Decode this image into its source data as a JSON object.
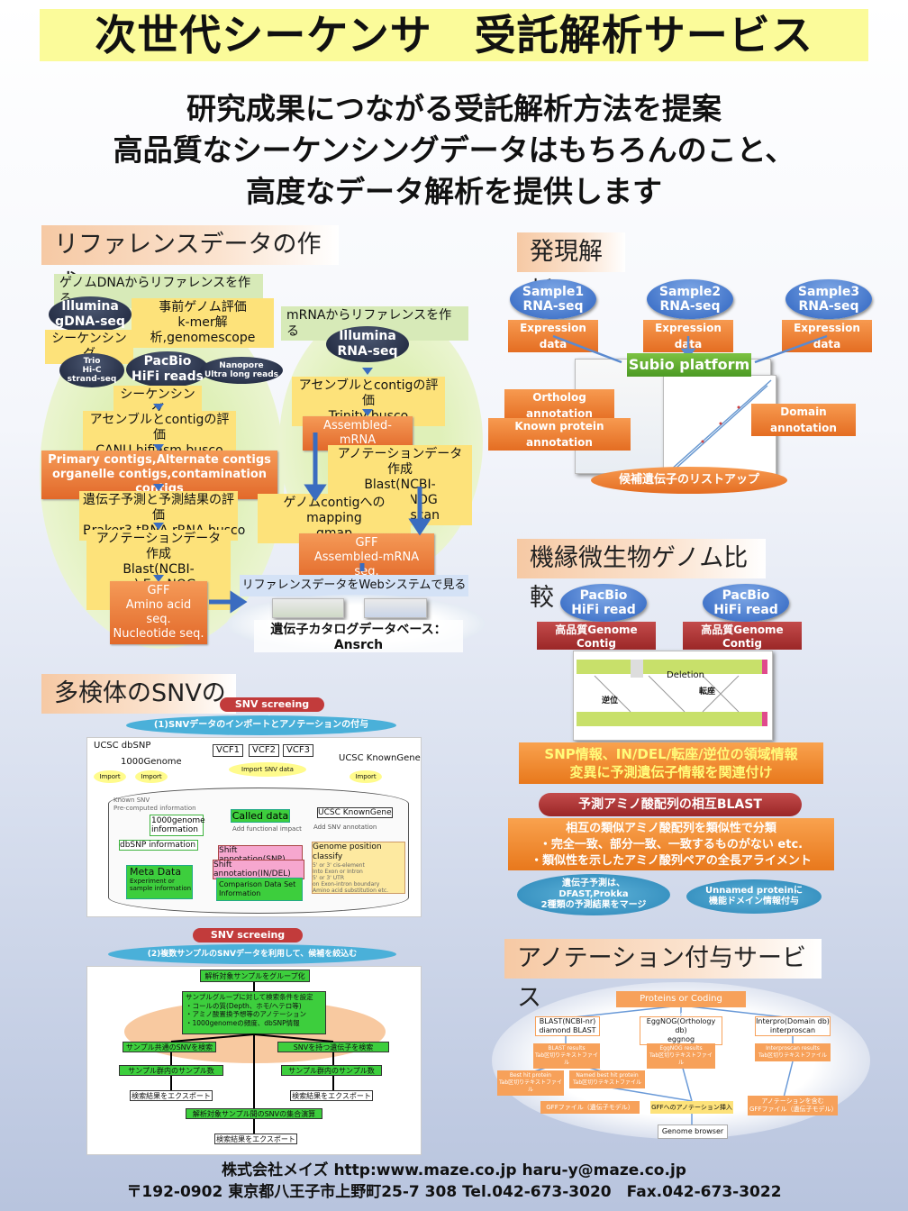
{
  "header": {
    "title": "次世代シーケンサ　受託解析サービス",
    "lead": [
      "研究成果につながる受託解析方法を提案",
      "高品質なシーケンシングデータはもちろんのこと、",
      "高度なデータ解析を提供します"
    ]
  },
  "reference": {
    "section_title": "リファレンスデータの作成",
    "genome_heading": "ゲノムDNAからリファレンスを作る",
    "mrna_heading": "mRNAからリファレンスを作る",
    "illumina": "Illumina\ngDNA-seq",
    "sequencing1": "シーケンシング",
    "pre_eval": "事前ゲノム評価\nk-mer解析,genomescope",
    "trio": "Trio\nHi-C\nstrand-seq",
    "pacbio": "PacBio\nHiFi reads",
    "nanopore": "Nanopore\nUltra long reads",
    "sequencing2": "シーケンシング",
    "assembly_eval": "アセンブルとcontigの評価\nCANU,hifiasm,busco",
    "contigs": "Primary contigs,Alternate contigs\norganelle contigs,contamination contigs",
    "gene_pred": "遺伝子予測と予測結果の評価\nBraker3,tRNA,rRNA,busco",
    "annot": "アノテーションデータ作成\nBlast(NCBI-nr),EggNOG\ninterproscan",
    "gff_left": "GFF\nAmino acid seq.\nNucleotide seq.",
    "illumina_rna": "Illumina\nRNA-seq",
    "rna_assembly": "アセンブルとcontigの評価\nTrinity,busco",
    "assembled_mrna": "Assembled-mRNA",
    "rna_annot": "アノテーションデータ作成\nBlast(NCBI-nr),EggNOG\ninterproscan",
    "mapping": "ゲノムcontigへのmapping\ngmap",
    "gff_right": "GFF\nAssembled-mRNA seq.",
    "web": "リファレンスデータをWebシステムで見る",
    "catalog": "遺伝子カタログデータベース：Ansrch"
  },
  "expression": {
    "section_title": "発現解析",
    "samples": [
      "Sample1\nRNA-seq",
      "Sample2\nRNA-seq",
      "Sample3\nRNA-seq"
    ],
    "expr_label": "Expression data",
    "platform": "Subio platform",
    "ortholog": "Ortholog annotation",
    "known": "Known protein annotation",
    "domain": "Domain annotation",
    "candidates": "候補遺伝子のリストアップ"
  },
  "microbe": {
    "section_title": "機縁微生物ゲノム比較",
    "pacbio": "PacBio\nHiFi read",
    "contig": "高品質Genome Contig",
    "deletion": "Deletion",
    "translocation": "転座",
    "inversion": "逆位",
    "snp_info": "SNP情報、IN/DEL/転座/逆位の領域情報\n変異に予測遺伝子情報を関連付け",
    "blast_bar": "予測アミノ酸配列の相互BLAST",
    "similar": "相互の類似アミノ酸配列を類似性で分類\n・完全一致、部分一致、一致するものがない etc.\n・類似性を示したアミノ酸列ペアの全長アライメント",
    "pred_merge": "遺伝子予測は、\nDFAST,Prokka\n2種類の予測結果をマージ",
    "unnamed": "Unnamed proteinに\n機能ドメイン情報付与"
  },
  "snv": {
    "section_title": "多検体のSNVの",
    "system1": "SNV screeing sytem",
    "step1": "(1)SNVデータのインポートとアノテーションの付与",
    "ucsc_snp": "UCSC dbSNP",
    "genome1000": "1000Genome",
    "vcfs": [
      "VCF1",
      "VCF2",
      "VCF3"
    ],
    "ucsc_known": "UCSC KnownGene",
    "import": "Import",
    "import_snv": "Import SNV data",
    "known_snv": "Known SNV\nPre-computed information",
    "genome_info": "1000genome\ninformation",
    "dbsnp_info": "dbSNP information",
    "called": "Called data",
    "add_func": "Add functional impact",
    "ucsc_kg": "UCSC KnownGene",
    "add_snv": "Add SNV annotation",
    "shift_snp": "Shift annotation(SNP)",
    "shift_indel": "Shift annotation(IN/DEL)",
    "genome_pos": "Genome position classify",
    "genome_pos_detail": "5' or 3' cis-element\nInto Exon or Intron\n5' or 3' UTR\non Exon-intron boundary\nAmino acid substitution etc.",
    "meta": "Meta Data",
    "meta_detail": "Experiment or\nsample information",
    "comparison": "Comparison Data Set\nInformation",
    "system2": "SNV screeing sytem",
    "step2": "(2)複数サンプルのSNVデータを利用して、候補を絞込む",
    "group": "解析対象サンプルをグループ化",
    "conditions": "サンプルグループに対して検索条件を設定\n・コールの質(Depth、ホモ/ヘテロ等)\n・アミノ酸置換予想等のアノテーション\n・1000genomeの頻度、dbSNP情報",
    "common_snv": "サンプル共通のSNVを検索",
    "has_snv": "SNVを持つ遺伝子を検索",
    "group_filter1": "サンプル群内のサンプル数",
    "group_filter2": "サンプル群内のサンプル数",
    "export1": "検索結果をエクスポート",
    "export2": "検索結果をエクスポート",
    "cross": "解析対象サンプル間のSNVの集合演算",
    "export3": "検索結果をエクスポート"
  },
  "annotation": {
    "section_title": "アノテーション付与サービス",
    "proteins": "Proteins or Coding transcripts",
    "blast": "BLAST(NCBI-nr)\ndiamond BLAST",
    "eggnog": "EggNOG(Orthology db)\neggnog",
    "interpro": "Interpro(Domain db)\ninterproscan",
    "blast_res": "BLAST results\nTab区切りテキストファイル",
    "eggnog_res": "EggNOG results\nTab区切りテキストファイル",
    "interpro_res": "Interproscan results\nTab区切りテキストファイル",
    "best_hit": "Best hit protein\nTab区切りテキストファイル",
    "named_best": "Named best hit protein\nTab区切りテキストファイル",
    "gff_gene": "GFFファイル（遺伝子モデル）",
    "gff_annot": "GFFへのアノテーション挿入",
    "gff_final": "アノテーションを含む\nGFFファイル（遺伝子モデル）",
    "browser": "Genome browser"
  },
  "footer": {
    "line1": "株式会社メイズ http:www.maze.co.jp haru-y@maze.co.jp",
    "line2": "〒192-0902 東京都八王子市上野町25-7 308 Tel.042-673-3020　Fax.042-673-3022"
  }
}
